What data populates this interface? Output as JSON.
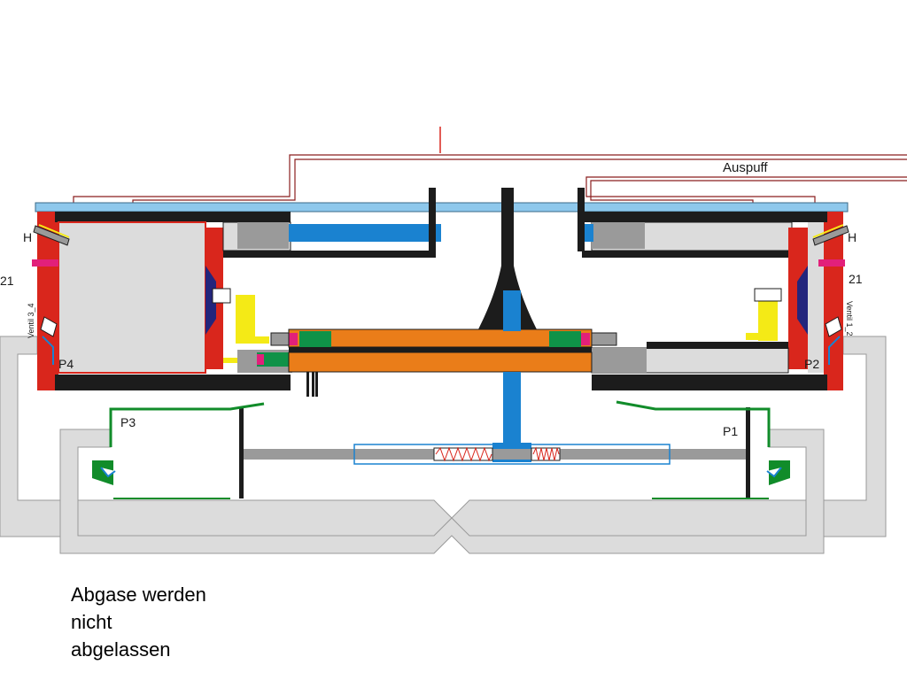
{
  "diagram": {
    "labels": {
      "exhaust": "Auspuff",
      "h_left": "H",
      "h_right": "H",
      "num_left": "21",
      "num_right": "21",
      "valve_left": "Ventil 3_4",
      "valve_right": "Ventil 1_2",
      "p1": "P1",
      "p2": "P2",
      "p3": "P3",
      "p4": "P4"
    },
    "caption": [
      "Abgase werden",
      "nicht",
      "abgelassen"
    ]
  },
  "colors": {
    "red": "#d9261c",
    "black": "#1c1c1c",
    "light_blue": "#8ec8ec",
    "blue": "#1a82d0",
    "orange": "#ea7d19",
    "green": "#0f9248",
    "yellow": "#f4ea16",
    "gray": "#9a9a9a",
    "light_gray": "#dcdcdc",
    "magenta": "#e2207a",
    "navy": "#23257c",
    "dark_green": "#118c2a",
    "spring": "#d9261c",
    "exhaust_line": "#8b1e1e"
  }
}
